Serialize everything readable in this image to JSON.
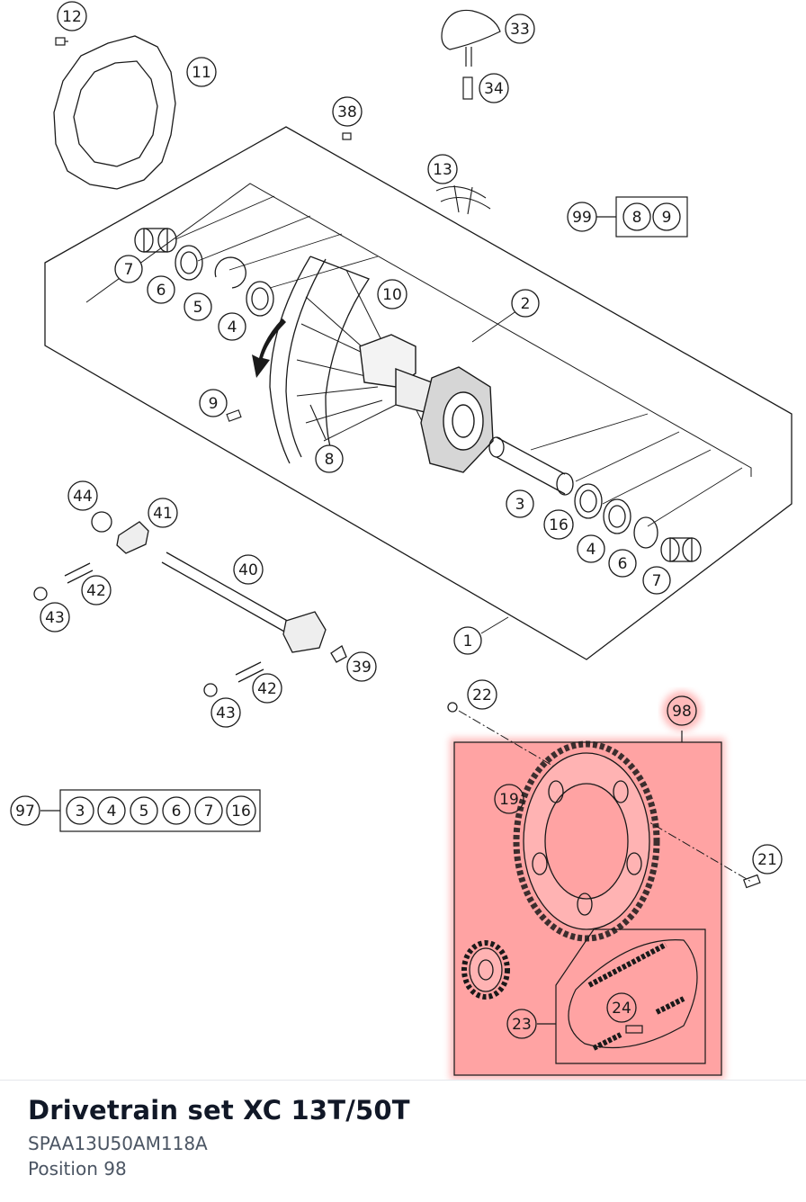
{
  "callouts": [
    {
      "label": "12"
    },
    {
      "label": "11"
    },
    {
      "label": "33"
    },
    {
      "label": "34"
    },
    {
      "label": "38"
    },
    {
      "label": "13"
    },
    {
      "label": "99"
    },
    {
      "label": "8"
    },
    {
      "label": "9"
    },
    {
      "label": "7"
    },
    {
      "label": "6"
    },
    {
      "label": "5"
    },
    {
      "label": "4"
    },
    {
      "label": "10"
    },
    {
      "label": "2"
    },
    {
      "label": "9"
    },
    {
      "label": "8"
    },
    {
      "label": "3"
    },
    {
      "label": "16"
    },
    {
      "label": "4"
    },
    {
      "label": "6"
    },
    {
      "label": "7"
    },
    {
      "label": "44"
    },
    {
      "label": "41"
    },
    {
      "label": "40"
    },
    {
      "label": "42"
    },
    {
      "label": "43"
    },
    {
      "label": "1"
    },
    {
      "label": "39"
    },
    {
      "label": "42"
    },
    {
      "label": "43"
    },
    {
      "label": "22"
    },
    {
      "label": "98"
    },
    {
      "label": "19"
    },
    {
      "label": "97"
    },
    {
      "label": "3"
    },
    {
      "label": "4"
    },
    {
      "label": "5"
    },
    {
      "label": "6"
    },
    {
      "label": "7"
    },
    {
      "label": "16"
    },
    {
      "label": "21"
    },
    {
      "label": "24"
    },
    {
      "label": "23"
    }
  ],
  "highlight": {
    "color": "#ff8c8c"
  },
  "part": {
    "name": "Drivetrain set XC 13T/50T",
    "code": "SPAA13U50AM118A",
    "position": "Position 98"
  }
}
